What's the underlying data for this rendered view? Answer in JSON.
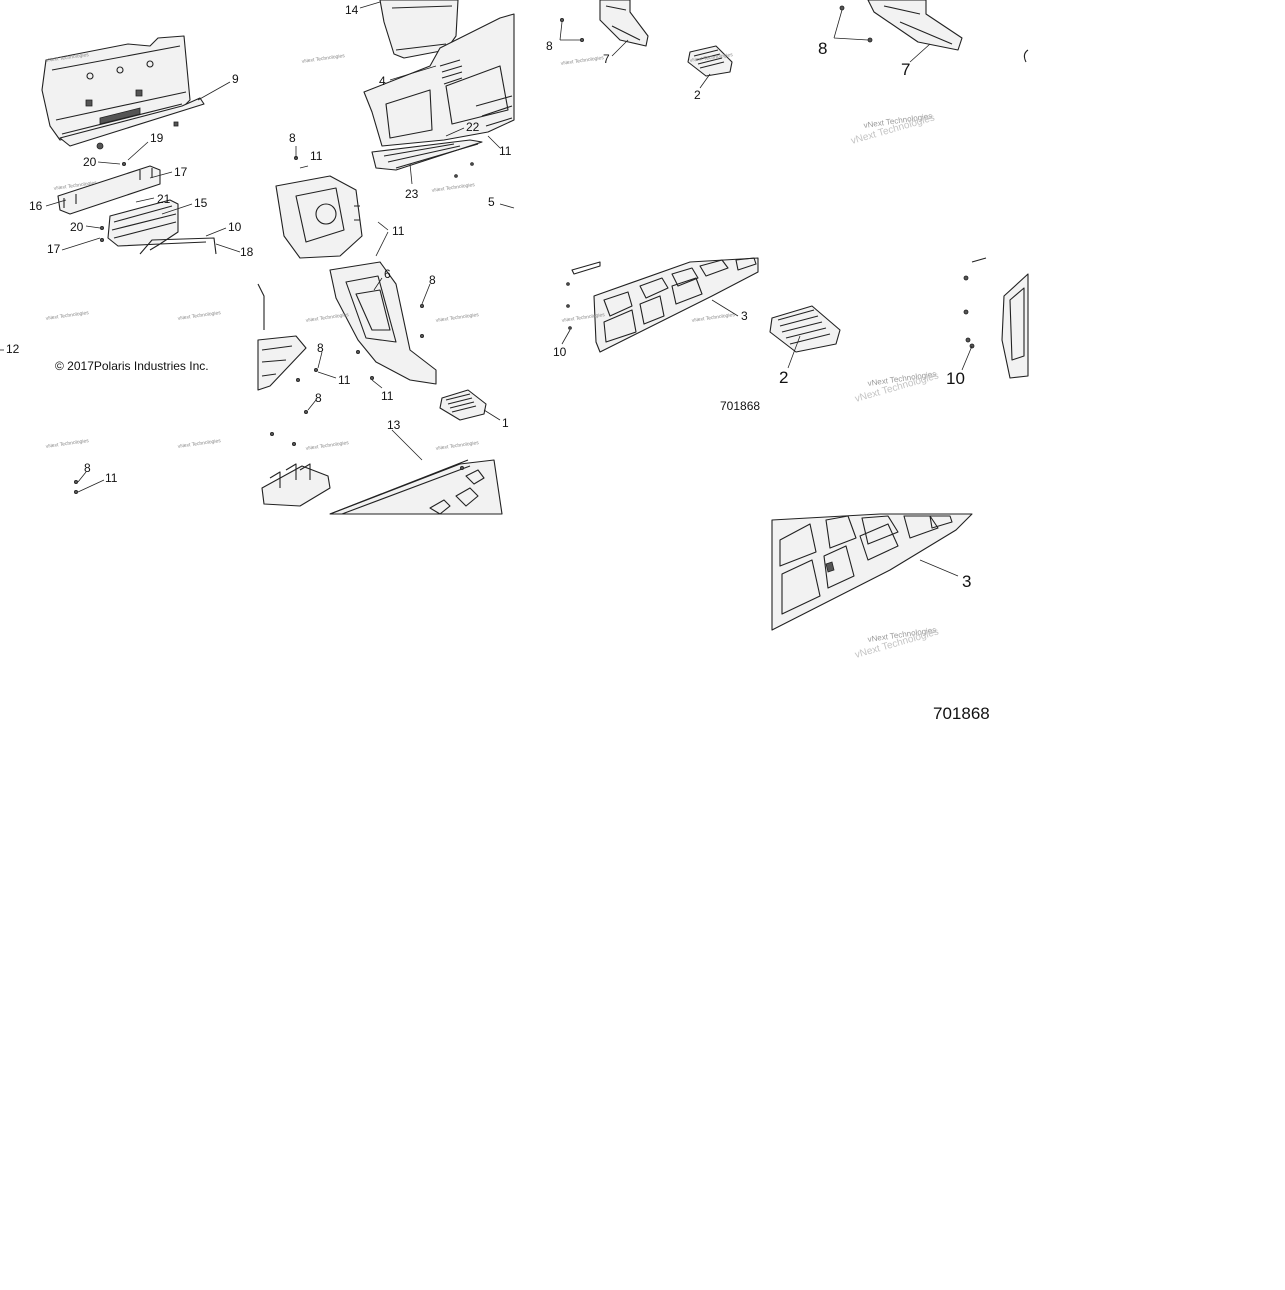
{
  "panels": {
    "top_left": {
      "callouts": [
        {
          "id": "c9",
          "text": "9"
        },
        {
          "id": "c19",
          "text": "19"
        },
        {
          "id": "c20a",
          "text": "20"
        },
        {
          "id": "c17a",
          "text": "17"
        },
        {
          "id": "c21",
          "text": "21"
        },
        {
          "id": "c16",
          "text": "16"
        },
        {
          "id": "c15",
          "text": "15"
        },
        {
          "id": "c20b",
          "text": "20"
        },
        {
          "id": "c10",
          "text": "10"
        },
        {
          "id": "c17b",
          "text": "17"
        },
        {
          "id": "c18",
          "text": "18"
        }
      ]
    },
    "top_middle": {
      "callouts": [
        {
          "id": "c14",
          "text": "14"
        },
        {
          "id": "c4",
          "text": "4"
        },
        {
          "id": "c22",
          "text": "22"
        },
        {
          "id": "c8a",
          "text": "8"
        },
        {
          "id": "c11a",
          "text": "11"
        },
        {
          "id": "c11b",
          "text": "11"
        },
        {
          "id": "c23",
          "text": "23"
        },
        {
          "id": "c5",
          "text": "5"
        },
        {
          "id": "c11c",
          "text": "11"
        }
      ]
    },
    "top_right_small": {
      "callouts": [
        {
          "id": "c8b",
          "text": "8"
        },
        {
          "id": "c7a",
          "text": "7"
        },
        {
          "id": "c2a",
          "text": "2"
        }
      ]
    },
    "top_right_large": {
      "callouts": [
        {
          "id": "c8c",
          "text": "8"
        },
        {
          "id": "c7b",
          "text": "7"
        }
      ]
    },
    "left_lower": {
      "callouts": [
        {
          "id": "c12",
          "text": "12"
        },
        {
          "id": "c8d",
          "text": "8"
        },
        {
          "id": "c11d",
          "text": "11"
        }
      ],
      "copyright": "© 2017Polaris Industries Inc."
    },
    "middle_lower": {
      "callouts": [
        {
          "id": "c6",
          "text": "6"
        },
        {
          "id": "c8e",
          "text": "8"
        },
        {
          "id": "c8f",
          "text": "8"
        },
        {
          "id": "c11e",
          "text": "11"
        },
        {
          "id": "c8g",
          "text": "8"
        },
        {
          "id": "c11f",
          "text": "11"
        },
        {
          "id": "c13",
          "text": "13"
        },
        {
          "id": "c1",
          "text": "1"
        }
      ]
    },
    "mid_right_small": {
      "callouts": [
        {
          "id": "c3a",
          "text": "3"
        },
        {
          "id": "c10a",
          "text": "10"
        }
      ],
      "diagram_number": "701868"
    },
    "mid_right_large": {
      "callouts": [
        {
          "id": "c2b",
          "text": "2"
        },
        {
          "id": "c10b",
          "text": "10"
        }
      ]
    },
    "bottom_right": {
      "callouts": [
        {
          "id": "c3b",
          "text": "3"
        }
      ],
      "diagram_number": "701868"
    }
  },
  "watermark": {
    "small": "vNext Technologies",
    "large": "vNext Technologies"
  },
  "colors": {
    "line": "#222222",
    "background": "#ffffff",
    "watermark": "#9a9a9a"
  }
}
